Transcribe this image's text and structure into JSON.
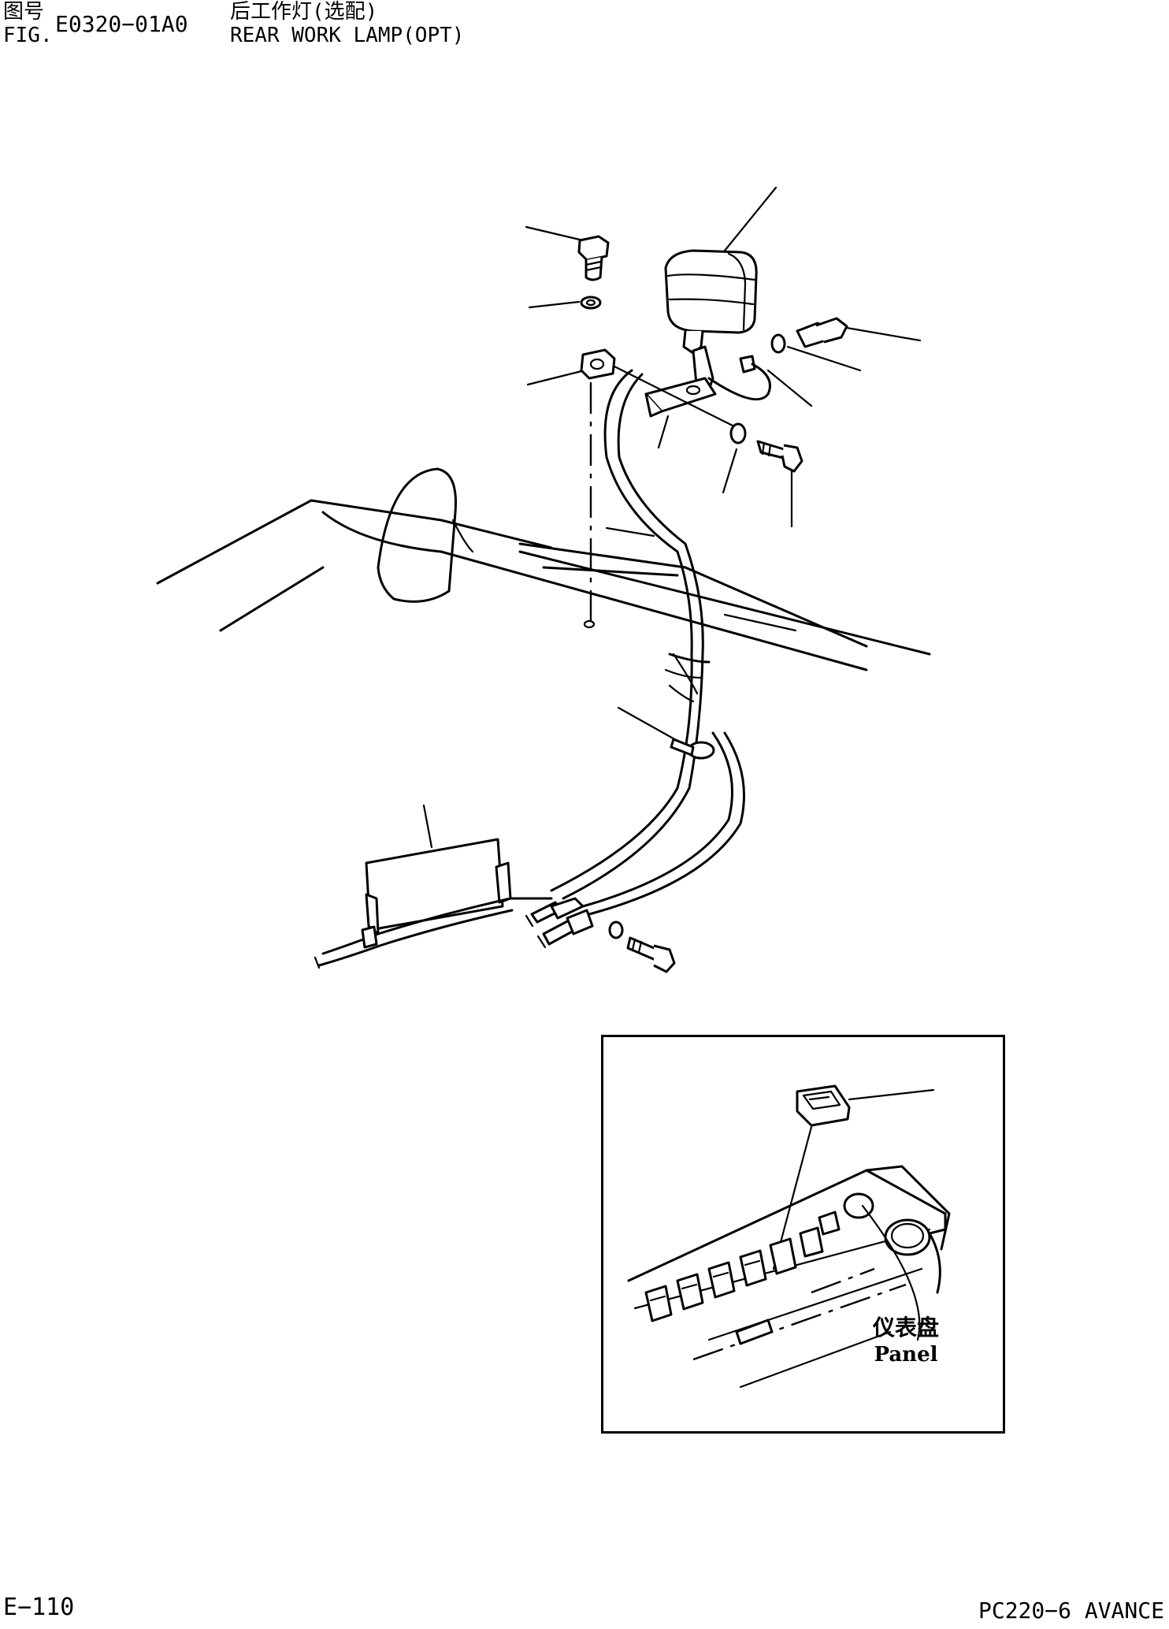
{
  "header": {
    "fig_label_cn": "图号",
    "fig_label_en": "FIG.",
    "fig_number": "E0320−01A0",
    "title_cn": "后工作灯(选配)",
    "title_en": "REAR WORK LAMP(OPT)"
  },
  "inset": {
    "panel_label_cn": "仪表盘",
    "panel_label_en": "Panel"
  },
  "footer": {
    "page": "E−110",
    "model": "PC220−6 AVANCE"
  }
}
